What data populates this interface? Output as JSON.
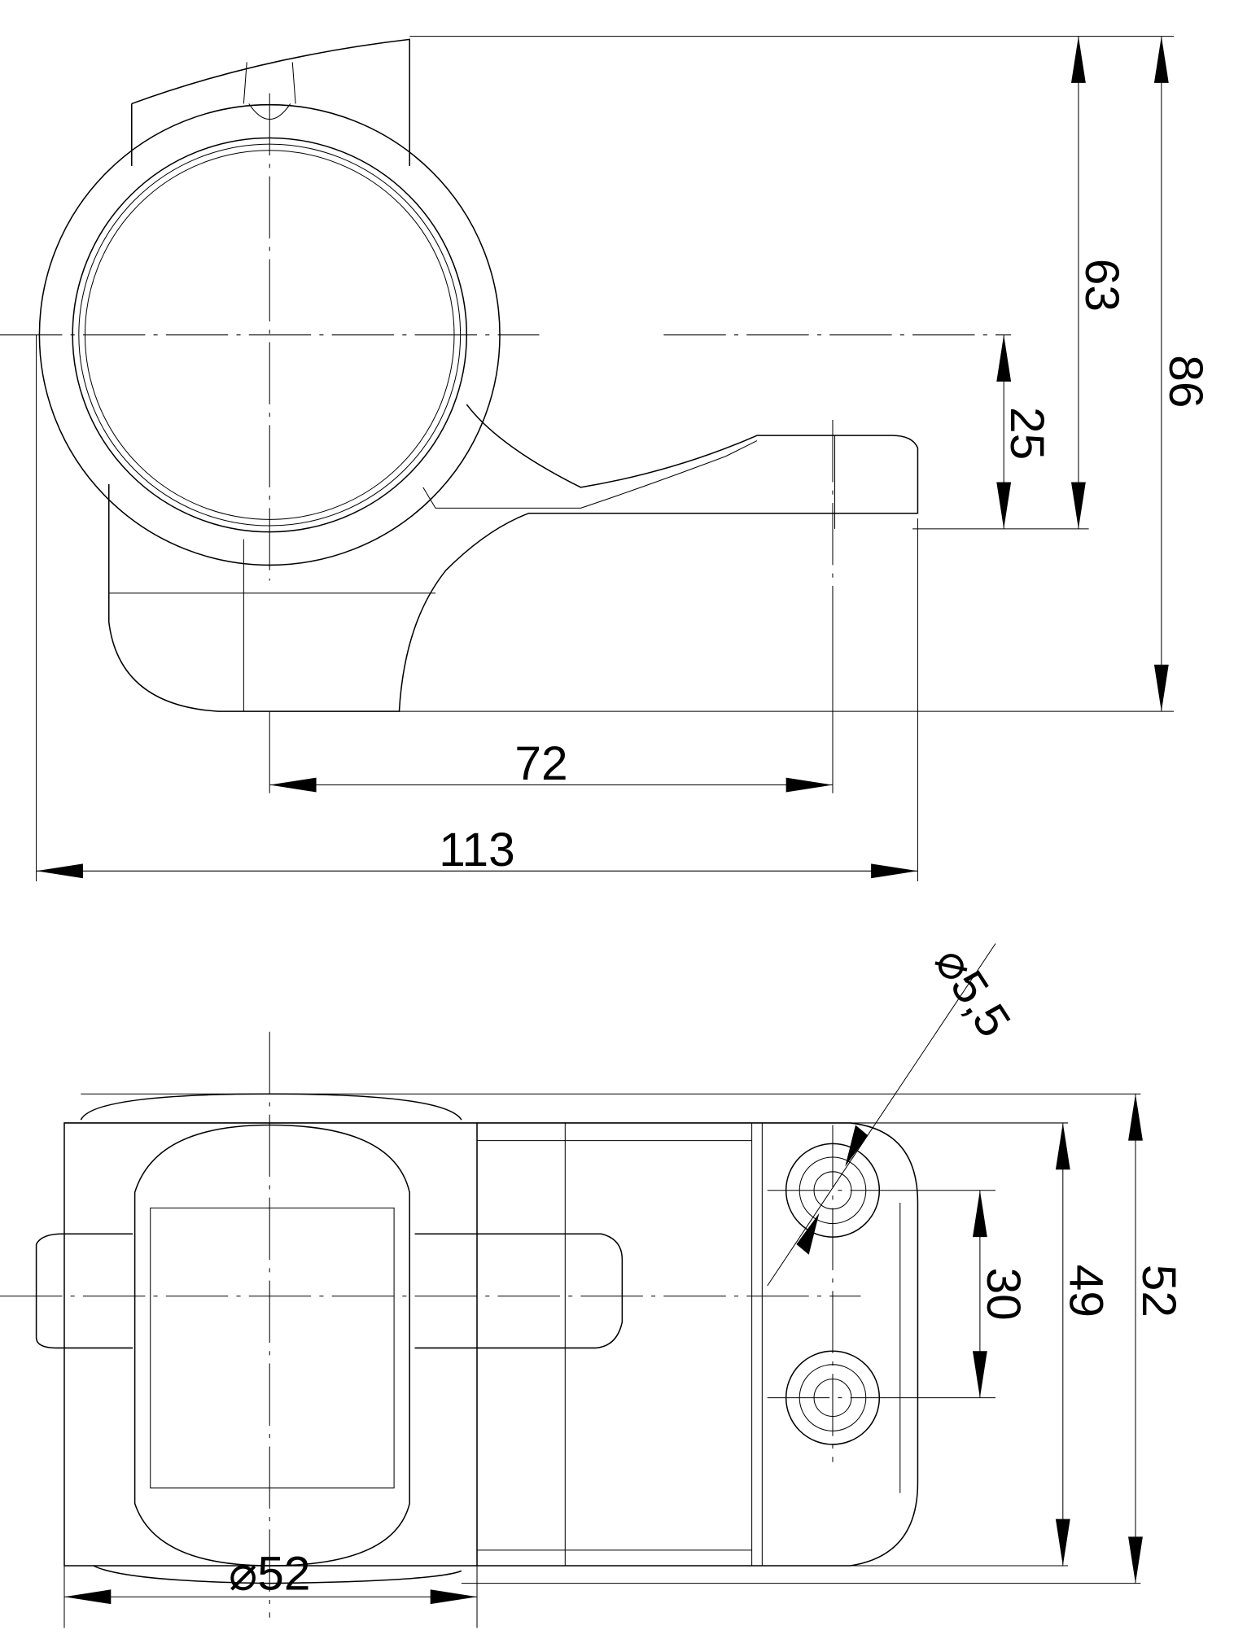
{
  "drawing": {
    "side_view": {
      "dimensions": {
        "height_total": "86",
        "height_center": "63",
        "offset": "25",
        "length_center": "72",
        "length_total": "113"
      }
    },
    "top_view": {
      "dimensions": {
        "hole_diameter": "⌀5,5",
        "hole_spacing": "30",
        "width_inner": "49",
        "width_total": "52",
        "tube_diameter": "⌀52"
      }
    }
  }
}
